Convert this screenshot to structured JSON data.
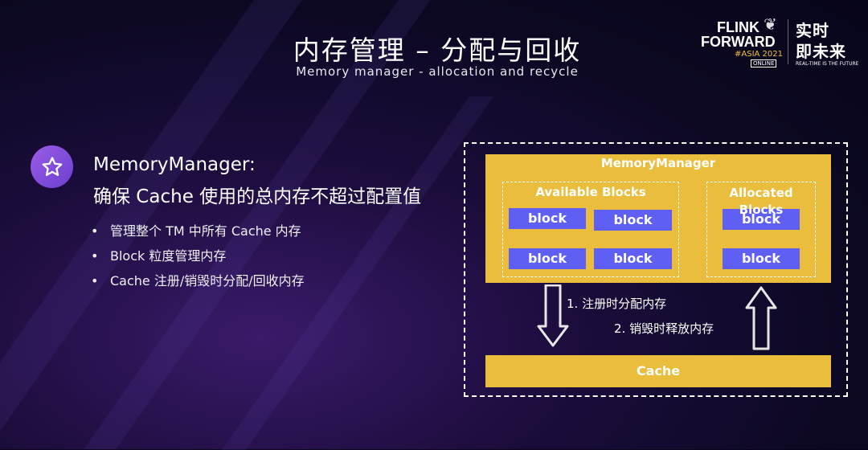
{
  "header": {
    "title": "内存管理 – 分配与回收",
    "subtitle": "Memory manager - allocation and recycle"
  },
  "logo": {
    "line1": "FLINK",
    "line2": "FORWARD",
    "edition": "#ASIA 2021",
    "online": "ONLINE",
    "cn_line1": "实时",
    "cn_line2": "即未来",
    "tagline": "REAL-TIME IS THE FUTURE"
  },
  "left": {
    "icon": "star-icon",
    "heading_line1": "MemoryManager:",
    "heading_line2": "确保 Cache 使用的总内存不超过配置值",
    "bullets": [
      "管理整个 TM 中所有 Cache 内存",
      "Block 粒度管理内存",
      "Cache 注册/销毁时分配/回收内存"
    ]
  },
  "diagram": {
    "manager_label": "MemoryManager",
    "available_label": "Available Blocks",
    "allocated_label": "Allocated Blocks",
    "block_label": "block",
    "step1": "1. 注册时分配内存",
    "step2": "2. 销毁时释放内存",
    "cache_label": "Cache",
    "colors": {
      "yellow": "#eabd3c",
      "block": "#5f60f3"
    }
  }
}
